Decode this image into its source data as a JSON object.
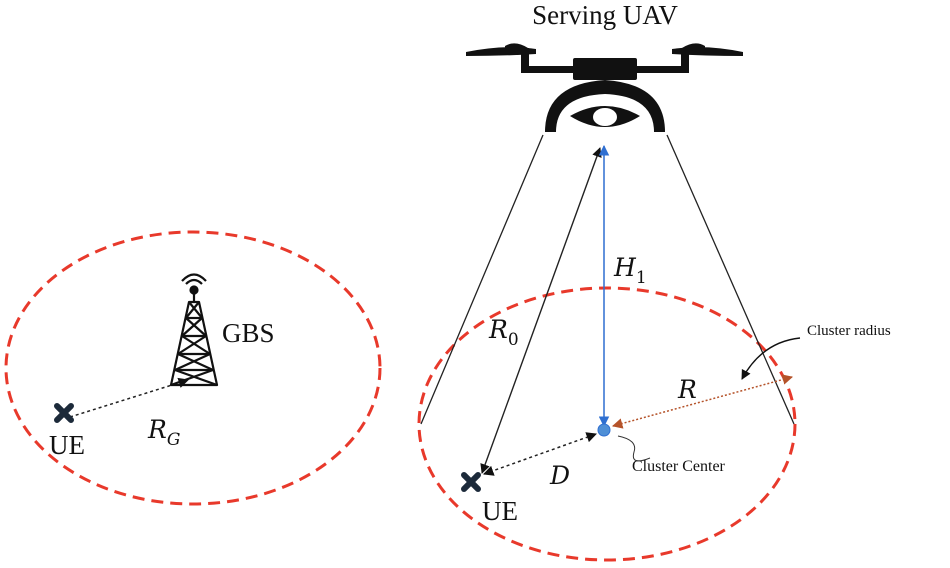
{
  "labels": {
    "serving_uav": "Serving UAV",
    "gbs": "GBS",
    "ue_left": "UE",
    "ue_right": "UE",
    "cluster_radius": "Cluster radius",
    "cluster_center": "Cluster Center"
  },
  "math": {
    "h1": "H",
    "h1_sub": "1",
    "r0": "R",
    "r0_sub": "0",
    "rg": "R",
    "rg_sub": "G",
    "r": "R",
    "d": "D"
  },
  "colors": {
    "cluster_boundary": "#e8392b",
    "height_line": "#2f6fd1",
    "radius_line": "#b5532a",
    "icon": "#111111",
    "ue_marker": "#1c2a3a"
  },
  "icons": {
    "drone": "uav-drone-icon",
    "tower": "base-station-tower-icon",
    "ue": "ue-cross-icon",
    "center": "cluster-center-dot-icon"
  }
}
